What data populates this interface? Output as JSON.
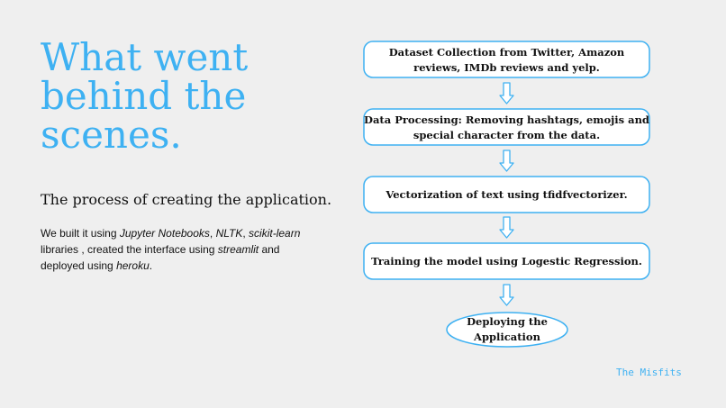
{
  "title": "What went behind the scenes.",
  "subtitle": "The process of creating the application.",
  "description": {
    "p1": "We built it using ",
    "jupyter": "Jupyter Notebooks",
    "p2": ", ",
    "nltk": "NLTK",
    "p3": ", ",
    "sklearn": "scikit-learn",
    "p4": " libraries , created the interface using ",
    "streamlit": "streamlit",
    "p5": " and deployed using ",
    "heroku": "heroku",
    "p6": "."
  },
  "steps": [
    {
      "line1": "Dataset Collection from Twitter, Amazon",
      "line2": "reviews, IMDb reviews and yelp."
    },
    {
      "line1": "Data Processing: Removing hashtags, emojis and",
      "line2": "special character from the data."
    },
    {
      "line1": "Vectorization of text using tfidfvectorizer.",
      "line2": ""
    },
    {
      "line1": "Training the model using Logestic Regression.",
      "line2": ""
    },
    {
      "line1": "Deploying the",
      "line2": "Application"
    }
  ],
  "footer": "The Misfits",
  "colors": {
    "accent": "#3eb1f2",
    "box_fill": "#ffffff",
    "box_stroke": "#3eb1f2",
    "background": "#efefef"
  }
}
